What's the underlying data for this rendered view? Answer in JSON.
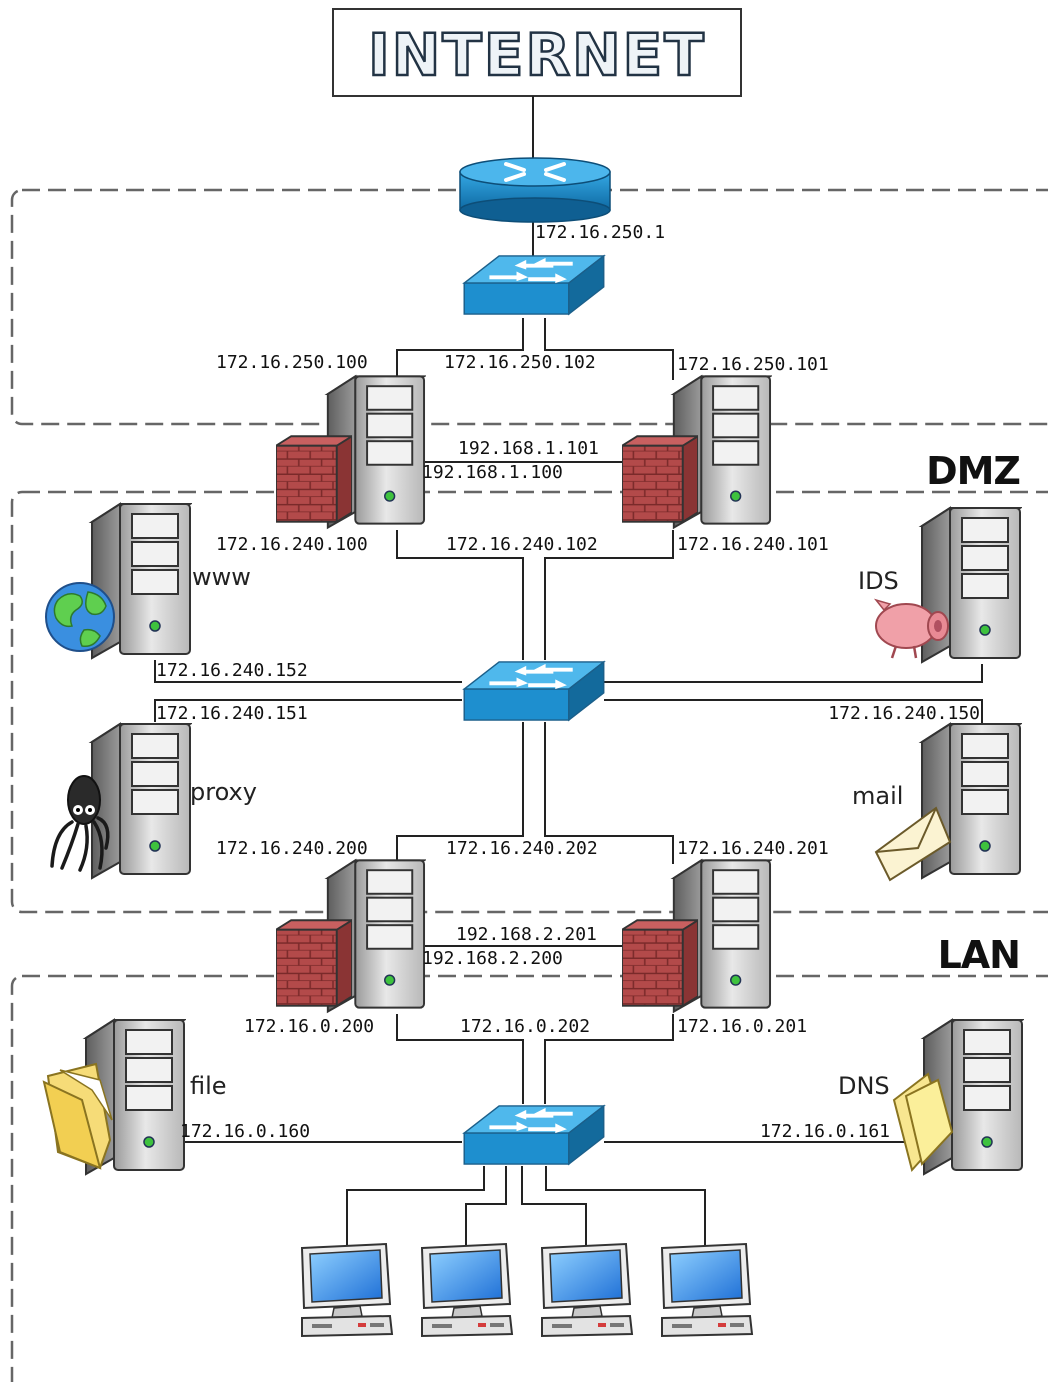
{
  "title": "INTERNET",
  "zones": {
    "dmz": "DMZ",
    "lan": "LAN"
  },
  "router": {
    "ip": "172.16.250.1"
  },
  "outer_firewalls": {
    "left_ext_ip": "172.16.250.100",
    "vip_ext_ip": "172.16.250.102",
    "right_ext_ip": "172.16.250.101",
    "sync_right_ip": "192.168.1.101",
    "sync_left_ip": "192.168.1.100",
    "left_int_ip": "172.16.240.100",
    "vip_int_ip": "172.16.240.102",
    "right_int_ip": "172.16.240.101"
  },
  "dmz_servers": {
    "www": {
      "label": "www",
      "ip": "172.16.240.152"
    },
    "ids": {
      "label": "IDS"
    },
    "proxy": {
      "label": "proxy",
      "ip": "172.16.240.151"
    },
    "mail": {
      "label": "mail",
      "ip": "172.16.240.150"
    }
  },
  "inner_firewalls": {
    "left_ext_ip": "172.16.240.200",
    "vip_ext_ip": "172.16.240.202",
    "right_ext_ip": "172.16.240.201",
    "sync_right_ip": "192.168.2.201",
    "sync_left_ip": "192.168.2.200",
    "left_int_ip": "172.16.0.200",
    "vip_int_ip": "172.16.0.202",
    "right_int_ip": "172.16.0.201"
  },
  "lan_servers": {
    "file": {
      "label": "file",
      "ip": "172.16.0.160"
    },
    "dns": {
      "label": "DNS",
      "ip": "172.16.0.161"
    }
  },
  "icons": {
    "router": "router-icon",
    "switch": "switch-icon",
    "server": "server-tower-icon",
    "firewall": "firewall-icon",
    "globe": "globe-icon",
    "pig": "pig-icon",
    "squid": "squid-icon",
    "envelope": "envelope-icon",
    "folder": "folder-icon",
    "workstation": "workstation-icon"
  },
  "colors": {
    "switch": "#1fa3dd",
    "router": "#1e8fc8",
    "firewall": "#a64040",
    "screen": "#2f8fe8"
  }
}
